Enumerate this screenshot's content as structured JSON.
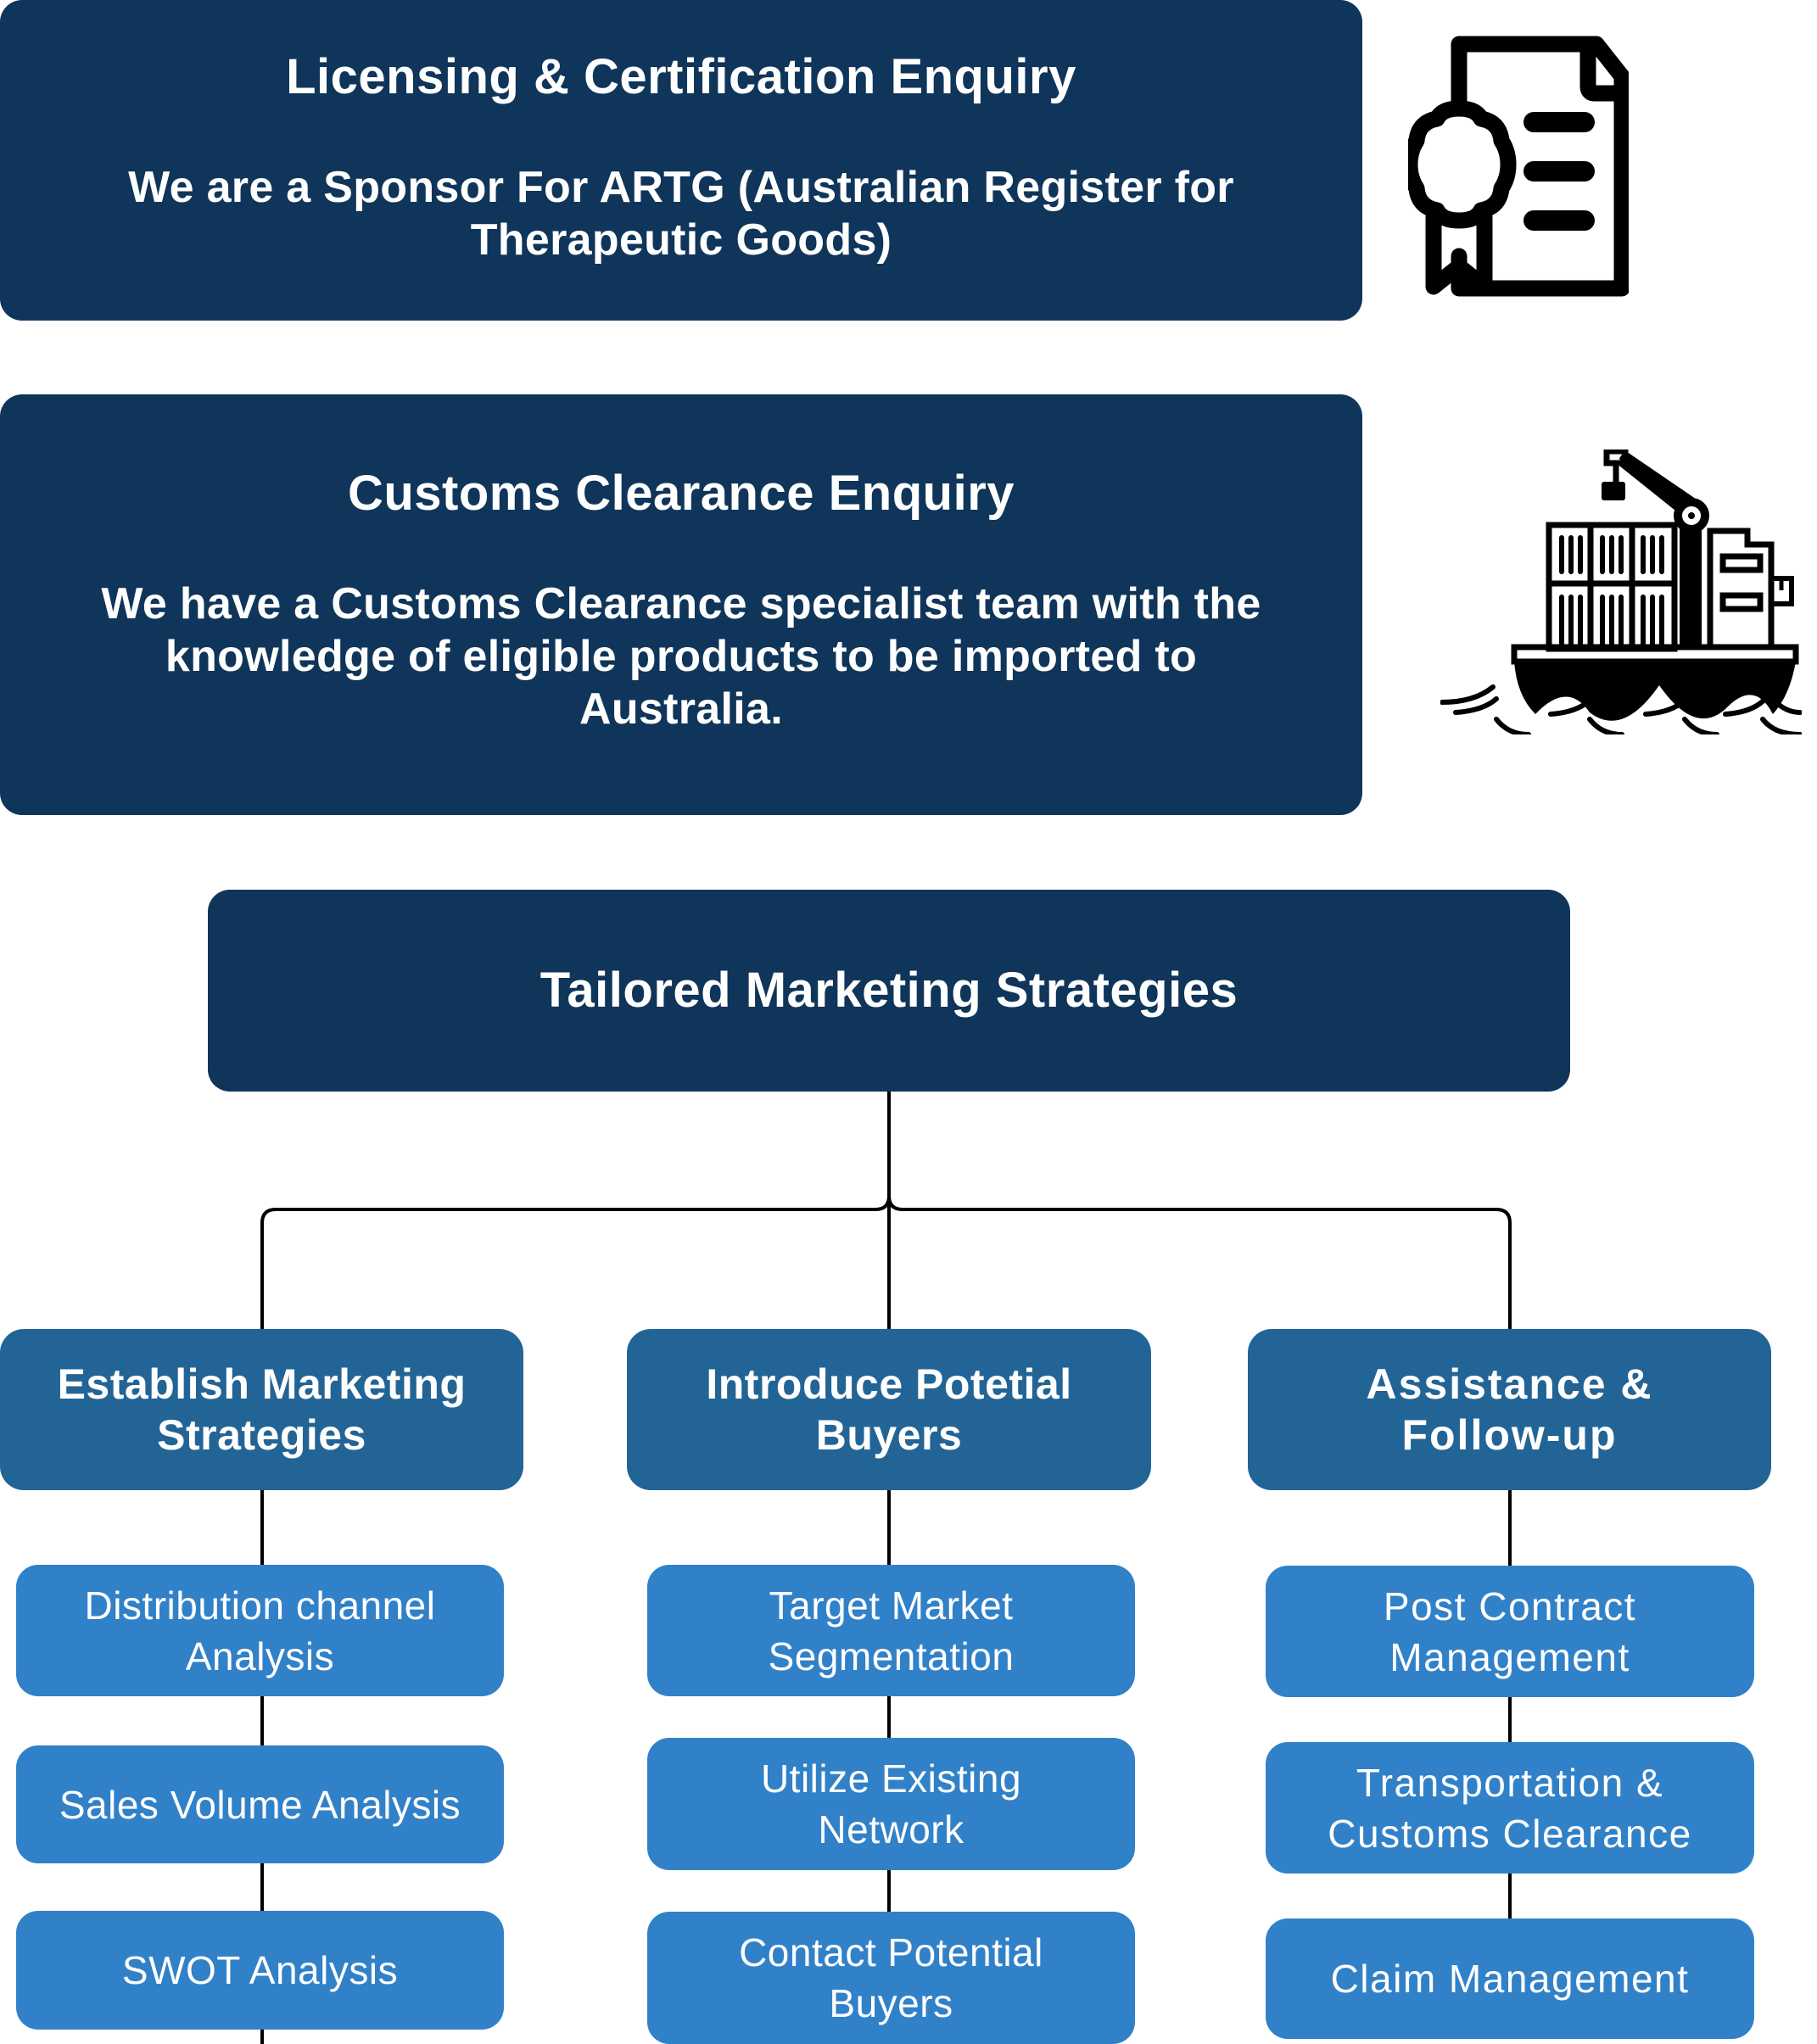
{
  "sections": {
    "licensing": {
      "title": "Licensing & Certification Enquiry",
      "body_lines": [
        "We are a Sponsor For ARTG (Australian Register for",
        "Therapeutic Goods)"
      ],
      "icon": "certificate-document-icon"
    },
    "customs": {
      "title": "Customs Clearance Enquiry",
      "body_lines": [
        "We have a Customs Clearance specialist team with the",
        "knowledge of eligible products to be imported to",
        "Australia."
      ],
      "icon": "cargo-ship-icon"
    }
  },
  "tree": {
    "root": {
      "label": "Tailored Marketing Strategies"
    },
    "branches": [
      {
        "label_lines": [
          "Establish Marketing",
          "Strategies"
        ],
        "children": [
          {
            "label_lines": [
              "Distribution channel",
              "Analysis"
            ]
          },
          {
            "label_lines": [
              "Sales Volume Analysis"
            ]
          },
          {
            "label_lines": [
              "SWOT Analysis"
            ]
          }
        ]
      },
      {
        "label_lines": [
          "Introduce Potetial",
          "Buyers"
        ],
        "children": [
          {
            "label_lines": [
              "Target Market",
              "Segmentation"
            ]
          },
          {
            "label_lines": [
              "Utilize Existing",
              "Network"
            ]
          },
          {
            "label_lines": [
              "Contact Potential",
              "Buyers"
            ]
          }
        ]
      },
      {
        "label_lines": [
          "Assistance &",
          "Follow-up"
        ],
        "children": [
          {
            "label_lines": [
              "Post Contract",
              "Management"
            ]
          },
          {
            "label_lines": [
              "Transportation &",
              "Customs Clearance"
            ]
          },
          {
            "label_lines": [
              "Claim Management"
            ]
          }
        ]
      }
    ]
  },
  "colors": {
    "dark_navy": "#10355A",
    "branch_blue": "#236496",
    "leaf_blue": "#3181C9",
    "connector": "#000000",
    "text": "#FFFFFF"
  }
}
